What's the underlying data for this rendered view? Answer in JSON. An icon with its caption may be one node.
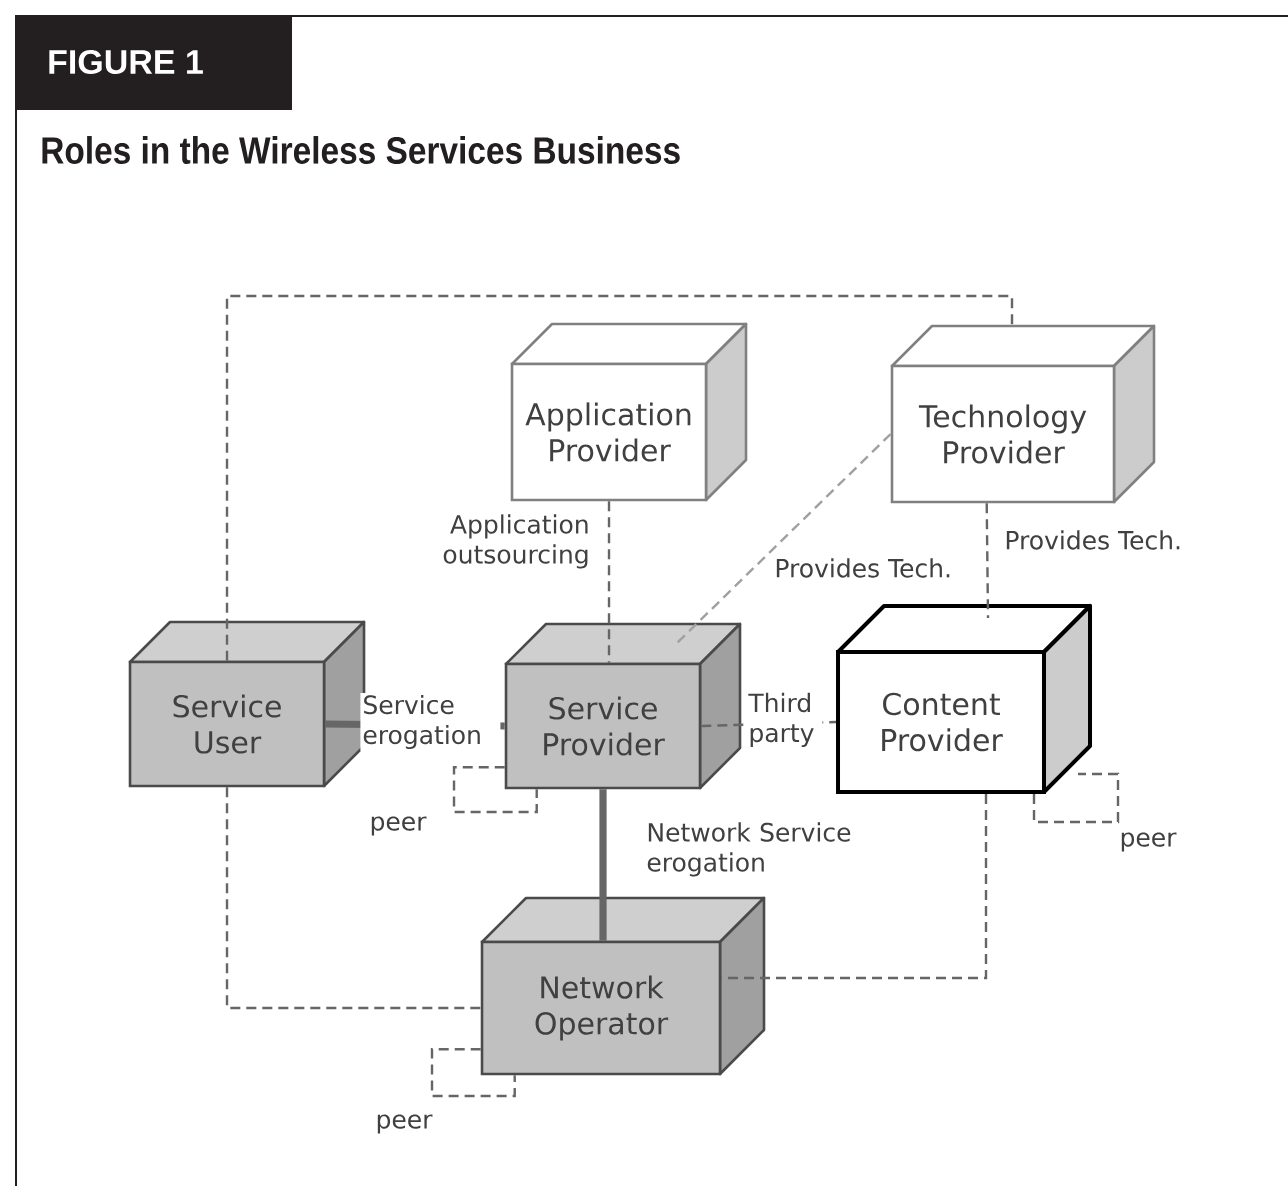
{
  "diagram": {
    "title": "Roles in the Wireless Services Business",
    "nodes": [
      {
        "text": [
          "Application Provider"
        ]
      },
      {
        "text": [
          "Technology Provider"
        ]
      },
      {
        "text": [
          "Service User"
        ]
      },
      {
        "text": [
          "Service Provider"
        ]
      },
      {
        "text": [
          "Content Provider"
        ]
      },
      {
        "text": [
          "Network Operator"
        ]
      }
    ],
    "edges": [
      {
        "from": 2,
        "to": 1,
        "arrow": "none",
        "style": "dashed"
      },
      {
        "from": 0,
        "to": 3,
        "arrow": "none",
        "style": "dashed",
        "label": "Application outsourcing"
      },
      {
        "from": 1,
        "to": 3,
        "arrow": "none",
        "style": "dashed",
        "color": "#a0a0a0",
        "label": "Provides Tech."
      },
      {
        "from": 1,
        "to": 4,
        "arrow": "none",
        "style": "dashed",
        "label": "Provides Tech."
      },
      {
        "from": 2,
        "to": 3,
        "arrow": "none",
        "style": "thick",
        "label": "Service erogation"
      },
      {
        "from": 3,
        "to": 4,
        "arrow": "none",
        "style": "dashed",
        "label": "Third party"
      },
      {
        "from": 3,
        "to": 3,
        "arrow": "none",
        "style": "dashed",
        "label": "peer"
      },
      {
        "from": 4,
        "to": 4,
        "arrow": "none",
        "style": "dashed",
        "label": "peer"
      },
      {
        "from": 3,
        "to": 5,
        "arrow": "none",
        "style": "thick",
        "label": "Network Service erogation"
      },
      {
        "from": 2,
        "to": 5,
        "arrow": "none",
        "style": "dashed"
      },
      {
        "from": 4,
        "to": 5,
        "arrow": "none",
        "style": "dashed"
      },
      {
        "from": 5,
        "to": 5,
        "arrow": "none",
        "style": "dashed",
        "label": "peer"
      }
    ],
    "labels": [
      "FIGURE 1"
    ]
  }
}
